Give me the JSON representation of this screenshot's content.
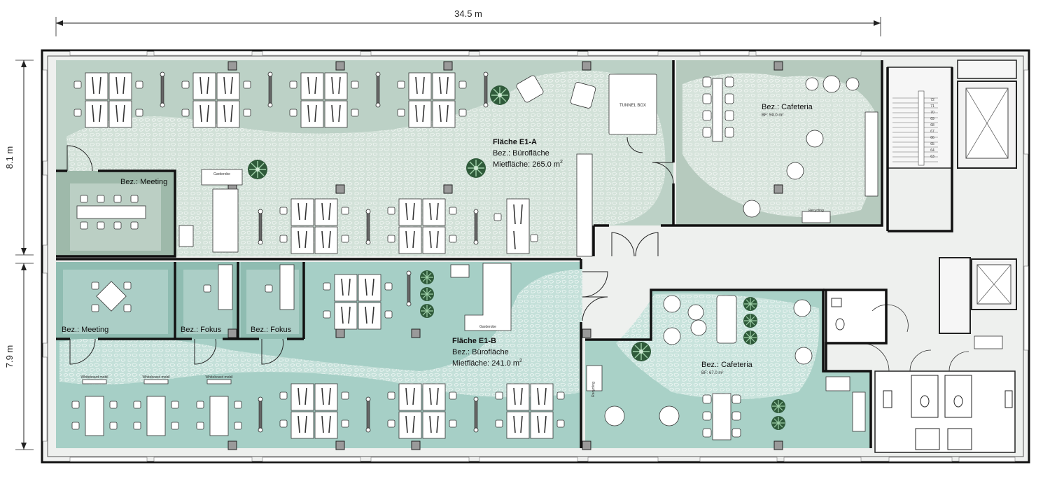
{
  "dimensions": {
    "width_total": "34.5 m",
    "height_top": "8.1 m",
    "height_bottom": "7.9 m"
  },
  "areas": {
    "e1a": {
      "title": "Fläche E1-A",
      "type": "Bez.: Bürofläche",
      "rent": "Mietfläche: 265.0 m",
      "rent_sup": "2"
    },
    "e1b": {
      "title": "Fläche E1-B",
      "type": "Bez.: Bürofläche",
      "rent": "Mietfläche: 241.0 m",
      "rent_sup": "2"
    }
  },
  "rooms": {
    "meeting_top": "Bez.: Meeting",
    "meeting_bottom": "Bez.: Meeting",
    "fokus_1": "Bez.: Fokus",
    "fokus_2": "Bez.: Fokus",
    "cafeteria_top": "Bez.: Cafeteria",
    "cafeteria_top_bf": "BF: 59.0 m²",
    "cafeteria_bottom": "Bez.: Cafeteria",
    "cafeteria_bottom_bf": "BF: 67.0 m²"
  },
  "furniture_labels": {
    "garderobe_top": "Garderobe",
    "garderobe_bottom": "Garderobe",
    "tunnel_box": "TUNNEL BOX",
    "recycling_top": "Recycling",
    "recycling_bottom": "Recycling",
    "whiteboard_1": "Whiteboard mobil",
    "whiteboard_2": "Whiteboard mobil",
    "whiteboard_3": "Whiteboard mobil"
  },
  "stair_steps": [
    "72",
    "71",
    "70",
    "69",
    "68",
    "67",
    "66",
    "65",
    "64",
    "63"
  ],
  "colors": {
    "zone_green": "#b9d0c4",
    "zone_teal": "#a3ccc4",
    "meeting_dark": "#9cb8a9",
    "cafeteria_bg": "#b3c8bc",
    "wall": "#111111",
    "corridor": "#eef0ee"
  }
}
